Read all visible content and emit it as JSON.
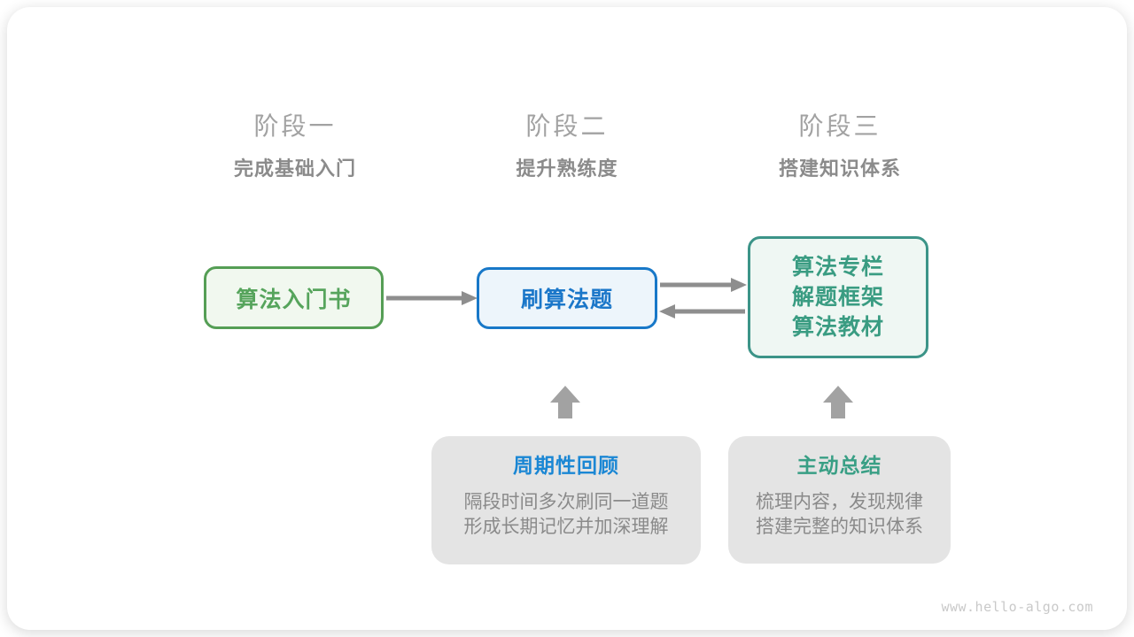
{
  "diagram": {
    "watermark": "www.hello-algo.com",
    "stages": [
      {
        "label": "阶段一",
        "subtitle": "完成基础入门"
      },
      {
        "label": "阶段二",
        "subtitle": "提升熟练度"
      },
      {
        "label": "阶段三",
        "subtitle": "搭建知识体系"
      }
    ],
    "nodes": [
      {
        "id": "intro-book",
        "label": "算法入门书",
        "accent": "#559e55",
        "fill": "#f1f8ef"
      },
      {
        "id": "practice-problems",
        "label": "刷算法题",
        "accent": "#1878c8",
        "fill": "#edf5fb"
      },
      {
        "id": "advanced-resources",
        "lines": [
          "算法专栏",
          "解题框架",
          "算法教材"
        ],
        "accent": "#3c9488",
        "fill": "#eff7f3"
      }
    ],
    "notes": [
      {
        "id": "periodic-review",
        "title": "周期性回顾",
        "title_color": "#1b87d4",
        "lines": [
          "隔段时间多次刷同一道题",
          "形成长期记忆并加深理解"
        ]
      },
      {
        "id": "active-summary",
        "title": "主动总结",
        "title_color": "#399f85",
        "lines": [
          "梳理内容，发现规律",
          "搭建完整的知识体系"
        ]
      }
    ],
    "connector_color": "#8e8e8e",
    "up_arrow_color": "#a2a2a2",
    "note_background": "#e4e4e4"
  }
}
